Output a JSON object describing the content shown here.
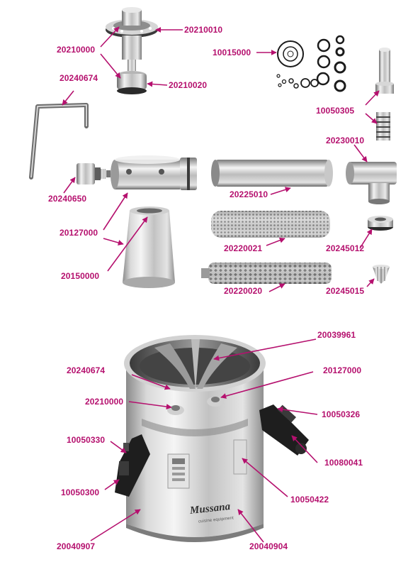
{
  "colors": {
    "label": "#b5106e",
    "leader": "#b5106e",
    "metal_light": "#e6e6e6",
    "metal_mid": "#a9a9a9",
    "metal_dark": "#5a5a5a",
    "housing_black": "#1e1e1e"
  },
  "exploded_view": {
    "labels": [
      {
        "id": "20210010",
        "text": "20210010"
      },
      {
        "id": "20210000_top",
        "text": "20210000"
      },
      {
        "id": "20210020",
        "text": "20210020"
      },
      {
        "id": "20240674_top",
        "text": "20240674"
      },
      {
        "id": "10015000",
        "text": "10015000"
      },
      {
        "id": "10050305",
        "text": "10050305"
      },
      {
        "id": "20230010",
        "text": "20230010"
      },
      {
        "id": "20240650",
        "text": "20240650"
      },
      {
        "id": "20225010",
        "text": "20225010"
      },
      {
        "id": "20127000_top",
        "text": "20127000"
      },
      {
        "id": "20150000",
        "text": "20150000"
      },
      {
        "id": "20220021",
        "text": "20220021"
      },
      {
        "id": "20245012",
        "text": "20245012"
      },
      {
        "id": "20220020",
        "text": "20220020"
      },
      {
        "id": "20245015",
        "text": "20245015"
      }
    ]
  },
  "assembled_view": {
    "labels": [
      {
        "id": "20039961",
        "text": "20039961"
      },
      {
        "id": "20240674_bot",
        "text": "20240674"
      },
      {
        "id": "20127000_bot",
        "text": "20127000"
      },
      {
        "id": "20210000_bot",
        "text": "20210000"
      },
      {
        "id": "10050326",
        "text": "10050326"
      },
      {
        "id": "10050330",
        "text": "10050330"
      },
      {
        "id": "10080041",
        "text": "10080041"
      },
      {
        "id": "10050300",
        "text": "10050300"
      },
      {
        "id": "10050422",
        "text": "10050422"
      },
      {
        "id": "20040907",
        "text": "20040907"
      },
      {
        "id": "20040904",
        "text": "20040904"
      }
    ],
    "brand_logo": "Mussana",
    "brand_sub": "cuisine equipment"
  }
}
